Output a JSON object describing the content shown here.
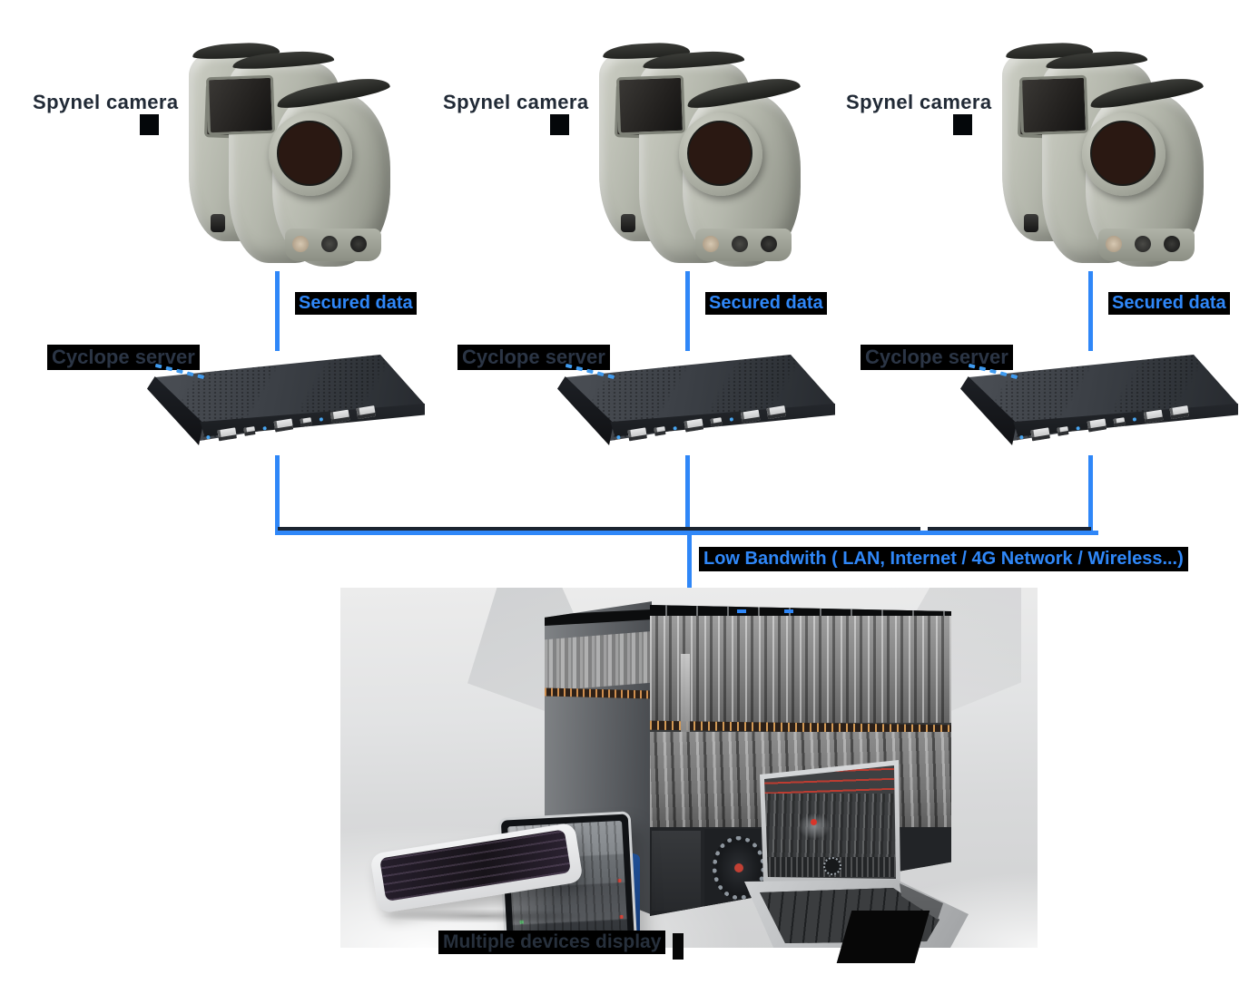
{
  "diagram": {
    "columns": [
      {
        "camera_label": "Spynel camera",
        "link_label": "Secured data",
        "server_label": "Cyclope server"
      },
      {
        "camera_label": "Spynel camera",
        "link_label": "Secured data",
        "server_label": "Cyclope server"
      },
      {
        "camera_label": "Spynel camera",
        "link_label": "Secured data",
        "server_label": "Cyclope server"
      }
    ],
    "bus_label": "Low Bandwith ( LAN, Internet / 4G Network / Wireless...)",
    "display_caption": "Multiple devices display",
    "colors": {
      "accent_blue": "#2f87f8",
      "label_dark": "#232d3a",
      "label_background": "#000000"
    }
  }
}
